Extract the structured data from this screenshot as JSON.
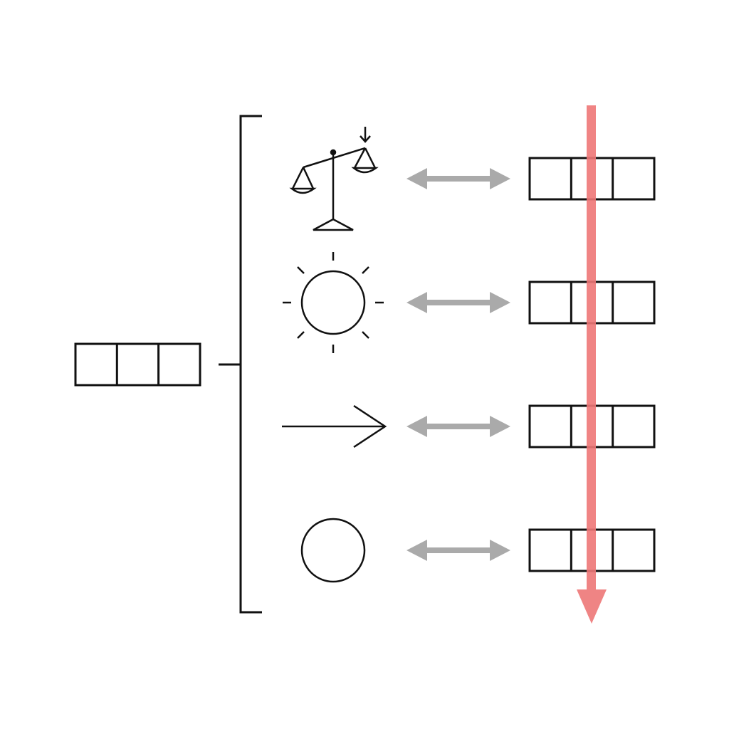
{
  "colors": {
    "background": "#ffffff",
    "line": "#111111",
    "connector": "#aaaaaa",
    "flow_arrow": "#ee7777"
  },
  "left_block": {
    "cells": 3,
    "icon": "three-cell-block"
  },
  "branches": [
    {
      "icon": "balance-scale-icon",
      "cells": 3,
      "connector": "double-headed-arrow"
    },
    {
      "icon": "sun-icon",
      "cells": 3,
      "connector": "double-headed-arrow"
    },
    {
      "icon": "right-arrow-icon",
      "cells": 3,
      "connector": "double-headed-arrow"
    },
    {
      "icon": "circle-icon",
      "cells": 3,
      "connector": "double-headed-arrow"
    }
  ],
  "flow_arrow": {
    "direction": "down",
    "icon": "down-arrow-icon"
  }
}
